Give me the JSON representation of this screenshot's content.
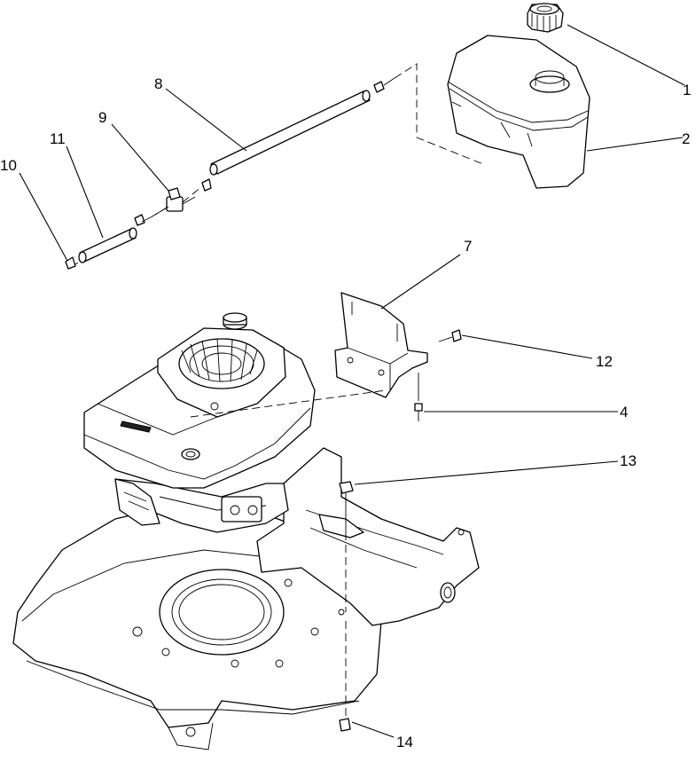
{
  "callouts": [
    {
      "id": "1",
      "text": "1"
    },
    {
      "id": "2",
      "text": "2"
    },
    {
      "id": "4",
      "text": "4"
    },
    {
      "id": "7",
      "text": "7"
    },
    {
      "id": "8",
      "text": "8"
    },
    {
      "id": "9",
      "text": "9"
    },
    {
      "id": "10",
      "text": "10"
    },
    {
      "id": "11",
      "text": "11"
    },
    {
      "id": "12",
      "text": "12"
    },
    {
      "id": "13",
      "text": "13"
    },
    {
      "id": "14",
      "text": "14"
    }
  ],
  "colors": {
    "line": "#000000",
    "background": "#ffffff"
  }
}
